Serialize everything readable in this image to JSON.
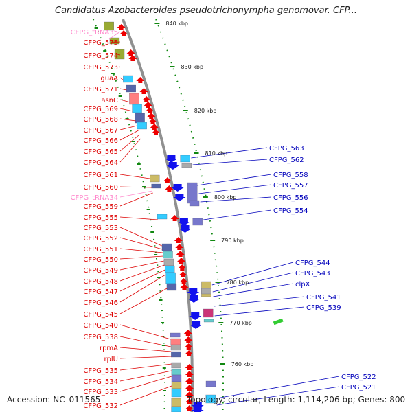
{
  "title": "Candidatus Azobacteroides pseudotrichonympha genomovar. CFP...",
  "footer": {
    "accession": "Accession: NC_011565",
    "topology": "Topology: circular; Length: 1,114,206 bp; Genes: 800"
  },
  "colors": {
    "left_label": "#dd0000",
    "trna_label": "#ff88cc",
    "right_label": "#0000bb",
    "backbone": "#909090",
    "tick_dots": "#118811"
  },
  "kbp_ticks": [
    "840 kbp",
    "830 kbp",
    "820 kbp",
    "810 kbp",
    "800 kbp",
    "790 kbp",
    "780 kbp",
    "770 kbp",
    "760 kbp"
  ],
  "left_labels": [
    {
      "name": "CFPG_tRNA35",
      "type": "trna"
    },
    {
      "name": "CFPG_575",
      "type": "gene"
    },
    {
      "name": "CFPG_574",
      "type": "gene"
    },
    {
      "name": "CFPG_573",
      "type": "gene"
    },
    {
      "name": "guaA",
      "type": "gene"
    },
    {
      "name": "CFPG_571",
      "type": "gene"
    },
    {
      "name": "asnC",
      "type": "gene"
    },
    {
      "name": "CFPG_569",
      "type": "gene"
    },
    {
      "name": "CFPG_568",
      "type": "gene"
    },
    {
      "name": "CFPG_567",
      "type": "gene"
    },
    {
      "name": "CFPG_566",
      "type": "gene"
    },
    {
      "name": "CFPG_565",
      "type": "gene"
    },
    {
      "name": "CFPG_564",
      "type": "gene"
    },
    {
      "name": "CFPG_561",
      "type": "gene"
    },
    {
      "name": "CFPG_560",
      "type": "gene"
    },
    {
      "name": "CFPG_tRNA34",
      "type": "trna"
    },
    {
      "name": "CFPG_559",
      "type": "gene"
    },
    {
      "name": "CFPG_555",
      "type": "gene"
    },
    {
      "name": "CFPG_553",
      "type": "gene"
    },
    {
      "name": "CFPG_552",
      "type": "gene"
    },
    {
      "name": "CFPG_551",
      "type": "gene"
    },
    {
      "name": "CFPG_550",
      "type": "gene"
    },
    {
      "name": "CFPG_549",
      "type": "gene"
    },
    {
      "name": "CFPG_548",
      "type": "gene"
    },
    {
      "name": "CFPG_547",
      "type": "gene"
    },
    {
      "name": "CFPG_546",
      "type": "gene"
    },
    {
      "name": "CFPG_545",
      "type": "gene"
    },
    {
      "name": "CFPG_540",
      "type": "gene"
    },
    {
      "name": "CFPG_538",
      "type": "gene"
    },
    {
      "name": "rpmA",
      "type": "gene"
    },
    {
      "name": "rplU",
      "type": "gene"
    },
    {
      "name": "CFPG_535",
      "type": "gene"
    },
    {
      "name": "CFPG_534",
      "type": "gene"
    },
    {
      "name": "CFPG_533",
      "type": "gene"
    },
    {
      "name": "CFPG_532",
      "type": "gene"
    }
  ],
  "right_labels": [
    {
      "name": "CFPG_563"
    },
    {
      "name": "CFPG_562"
    },
    {
      "name": "CFPG_558"
    },
    {
      "name": "CFPG_557"
    },
    {
      "name": "CFPG_556"
    },
    {
      "name": "CFPG_554"
    },
    {
      "name": "CFPG_544"
    },
    {
      "name": "CFPG_543"
    },
    {
      "name": "clpX"
    },
    {
      "name": "CFPG_541"
    },
    {
      "name": "CFPG_539"
    },
    {
      "name": "CFPG_522"
    },
    {
      "name": "CFPG_521"
    }
  ]
}
